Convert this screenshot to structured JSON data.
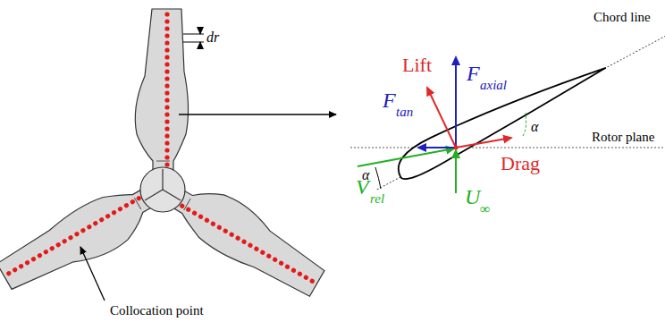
{
  "diagram": {
    "labels": [
      "dr",
      "Collocation point",
      "Lift",
      "F",
      "axial",
      "Chord line",
      "F",
      "tan",
      "Drag",
      "Rotor plane",
      "V",
      "rel",
      "U",
      "∞",
      "α",
      "α"
    ]
  }
}
